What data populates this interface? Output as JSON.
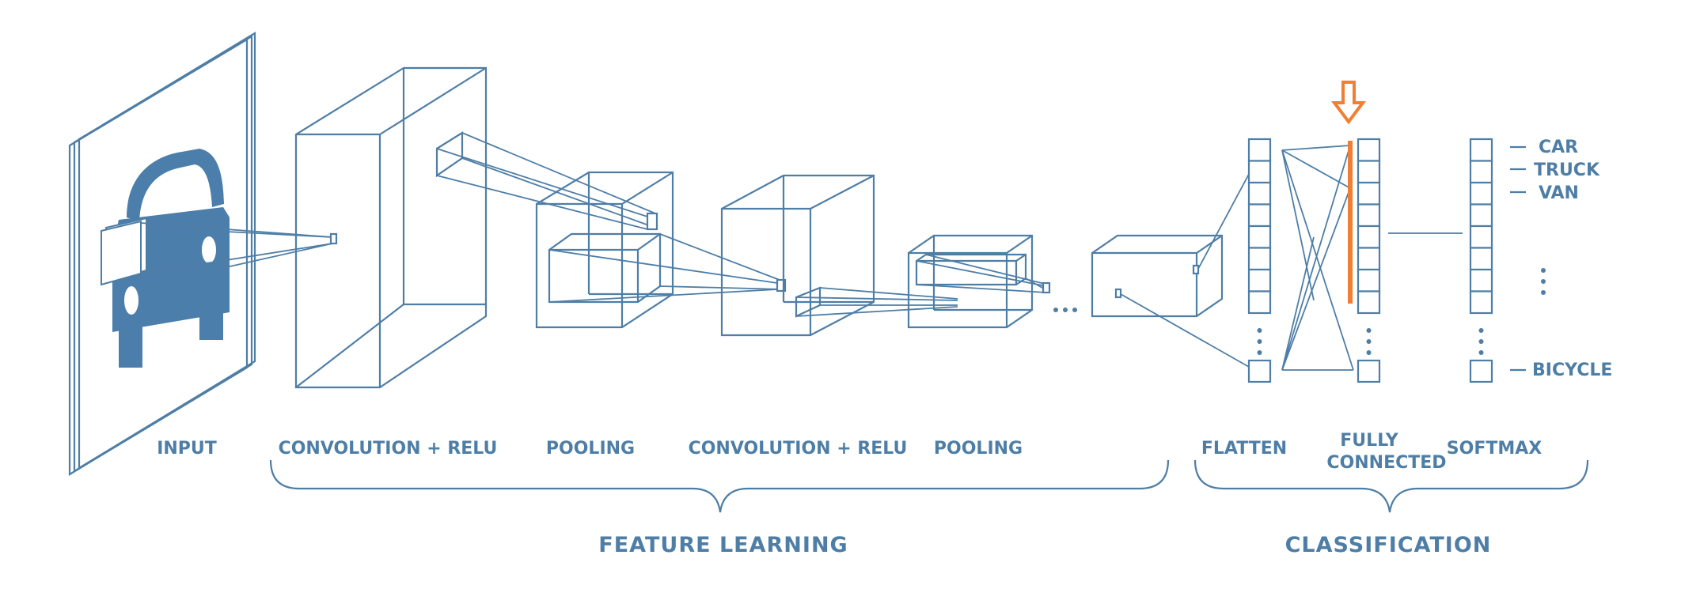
{
  "stages": {
    "input": "INPUT",
    "conv1": "CONVOLUTION + RELU",
    "pool1": "POOLING",
    "conv2": "CONVOLUTION + RELU",
    "pool2": "POOLING",
    "flatten": "FLATTEN",
    "fully_connected_line1": "FULLY",
    "fully_connected_line2": "CONNECTED",
    "softmax": "SOFTMAX"
  },
  "groups": {
    "feature_learning": "FEATURE LEARNING",
    "classification": "CLASSIFICATION"
  },
  "outputs": [
    "CAR",
    "TRUCK",
    "VAN",
    "BICYCLE"
  ],
  "ellipsis": "...",
  "icons": [
    "car-icon",
    "down-arrow-icon"
  ],
  "colors": {
    "primary": "#4e7ea6",
    "highlight": "#f07f33",
    "background": "#ffffff"
  }
}
